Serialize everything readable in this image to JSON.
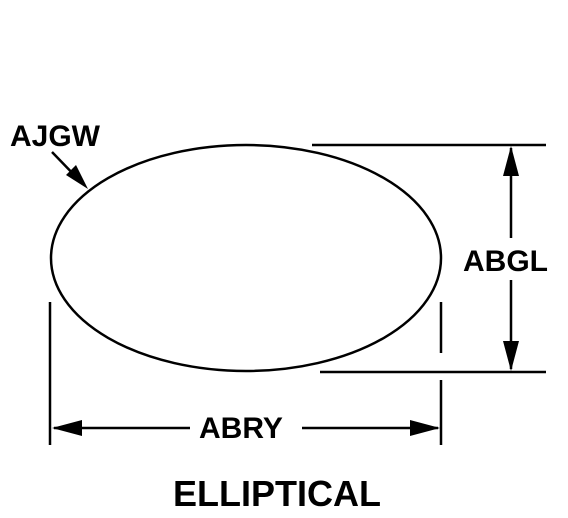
{
  "diagram": {
    "shape": "ellipse",
    "labels": {
      "edge": "AJGW",
      "height": "ABGL",
      "width": "ABRY",
      "caption": "ELLIPTICAL"
    },
    "colors": {
      "line": "#000000",
      "background": "#ffffff"
    }
  }
}
